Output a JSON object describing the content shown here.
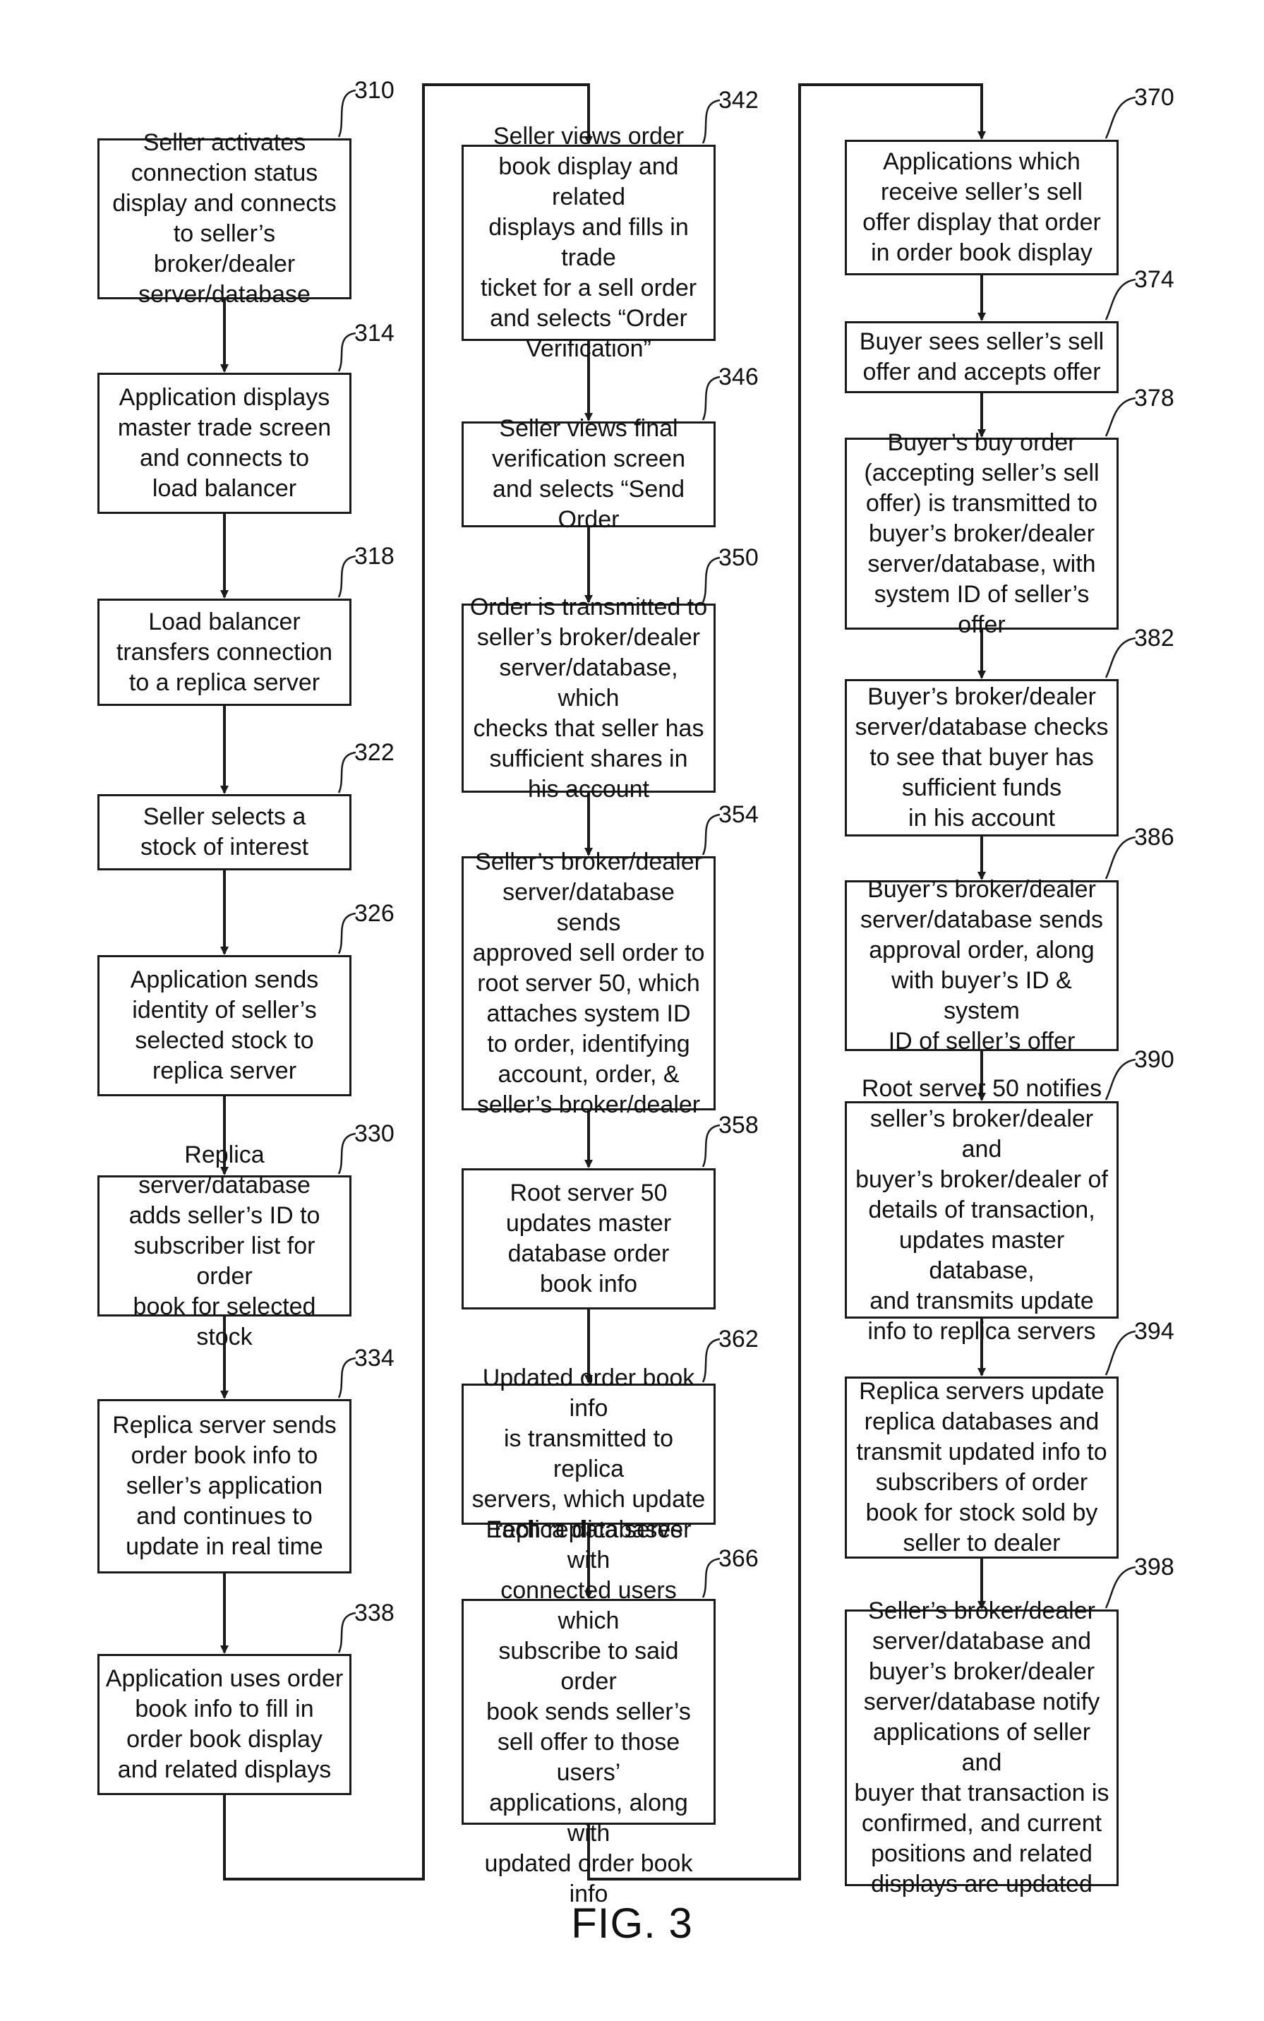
{
  "figure_label": "FIG. 3",
  "steps": [
    {
      "ref": "310",
      "text": "Seller activates\nconnection status\ndisplay and connects\nto seller’s broker/dealer\nserver/database"
    },
    {
      "ref": "314",
      "text": "Application displays\nmaster trade screen\nand connects to\nload balancer"
    },
    {
      "ref": "318",
      "text": "Load balancer\ntransfers connection\nto a replica server"
    },
    {
      "ref": "322",
      "text": "Seller selects a\nstock of interest"
    },
    {
      "ref": "326",
      "text": "Application sends\nidentity of seller’s\nselected stock to\nreplica server"
    },
    {
      "ref": "330",
      "text": "Replica server/database\nadds seller’s ID to\nsubscriber list for order\nbook for selected stock"
    },
    {
      "ref": "334",
      "text": "Replica server sends\norder book info to\nseller’s application\nand continues to\nupdate in real time"
    },
    {
      "ref": "338",
      "text": "Application uses order\nbook info to fill in\norder book display\nand related displays"
    },
    {
      "ref": "342",
      "text": "Seller views order\nbook display and related\ndisplays and fills in trade\nticket for a sell order\nand selects “Order\nVerification”"
    },
    {
      "ref": "346",
      "text": "Seller views final\nverification screen\nand selects “Send Order"
    },
    {
      "ref": "350",
      "text": "Order is transmitted to\nseller’s broker/dealer\nserver/database, which\nchecks that seller has\nsufficient shares in\nhis account"
    },
    {
      "ref": "354",
      "text": "Seller’s broker/dealer\nserver/database sends\napproved sell order to\nroot server 50, which\nattaches system ID\nto order, identifying\naccount, order, &\nseller’s broker/dealer"
    },
    {
      "ref": "358",
      "text": "Root server 50\nupdates master\ndatabase order\nbook info"
    },
    {
      "ref": "362",
      "text": "Updated order book info\nis transmitted to replica\nservers, which update\nreplica databases"
    },
    {
      "ref": "366",
      "text": "Each replica server with\nconnected users which\nsubscribe to said order\nbook sends seller’s\nsell offer to those users’\napplications, along with\nupdated order book info"
    },
    {
      "ref": "370",
      "text": "Applications which\nreceive seller’s sell\noffer display that order\nin order book display"
    },
    {
      "ref": "374",
      "text": "Buyer sees seller’s sell\noffer and accepts offer"
    },
    {
      "ref": "378",
      "text": "Buyer’s buy order\n(accepting seller’s sell\noffer) is transmitted to\nbuyer’s broker/dealer\nserver/database, with\nsystem ID of seller’s offer"
    },
    {
      "ref": "382",
      "text": "Buyer’s broker/dealer\nserver/database checks\nto see that buyer has\nsufficient funds\nin his account"
    },
    {
      "ref": "386",
      "text": "Buyer’s broker/dealer\nserver/database sends\napproval order, along\nwith buyer’s ID & system\nID of  seller’s offer"
    },
    {
      "ref": "390",
      "text": "Root server 50 notifies\nseller’s broker/dealer and\nbuyer’s broker/dealer of\ndetails of transaction,\nupdates master database,\nand transmits update\ninfo to replica servers"
    },
    {
      "ref": "394",
      "text": "Replica servers update\nreplica databases and\ntransmit updated info to\nsubscribers of order\nbook for stock sold by\nseller to dealer"
    },
    {
      "ref": "398",
      "text": "Seller’s broker/dealer\nserver/database and\nbuyer’s broker/dealer\nserver/database notify\napplications of seller and\nbuyer that transaction is\nconfirmed, and current\npositions and related\ndisplays are updated"
    }
  ]
}
